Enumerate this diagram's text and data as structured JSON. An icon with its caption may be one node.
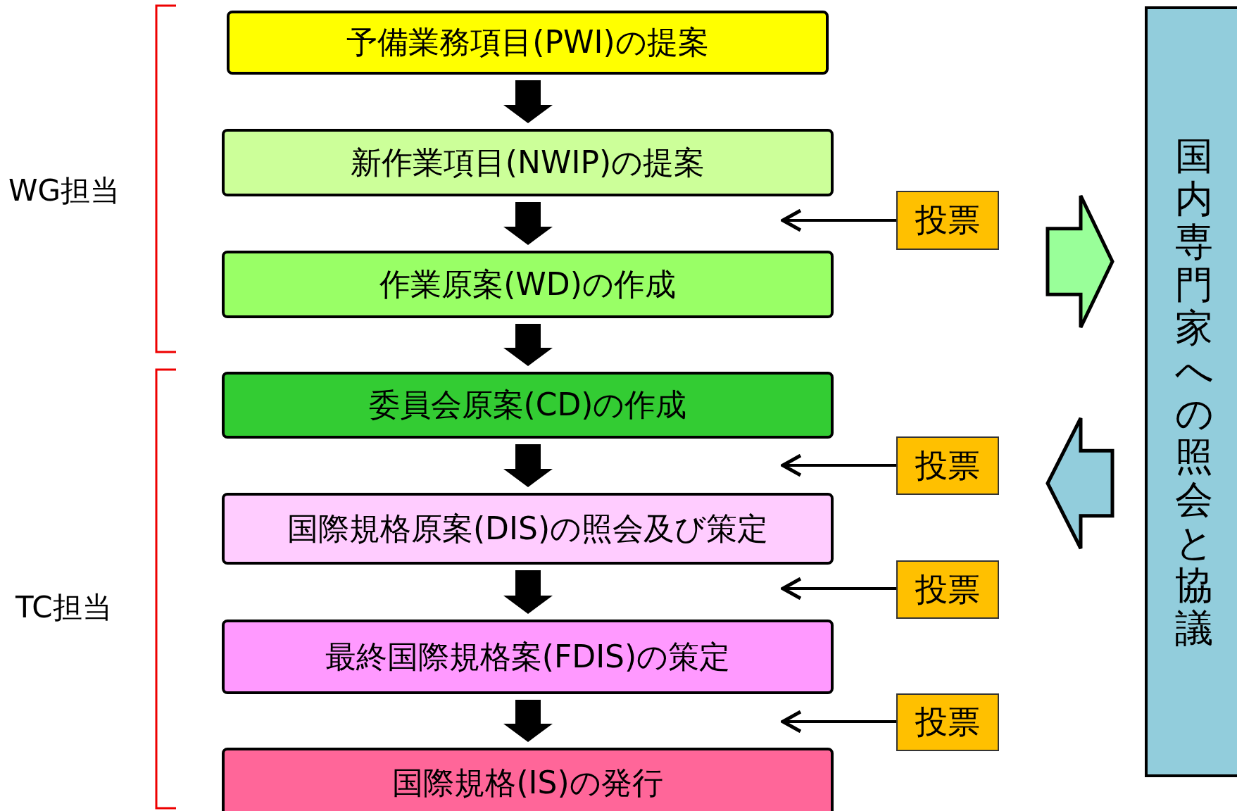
{
  "diagram": {
    "nodes": [
      {
        "text": [
          "予備業務項目(PWI)の提案"
        ]
      },
      {
        "text": [
          "新作業項目(NWIP)の提案"
        ]
      },
      {
        "text": [
          "作業原案(WD)の作成"
        ]
      },
      {
        "text": [
          "委員会原案(CD)の作成"
        ]
      },
      {
        "text": [
          "国際規格原案(DIS)の照会及び策定"
        ]
      },
      {
        "text": [
          "最終国際規格案(FDIS)の策定"
        ]
      },
      {
        "text": [
          "国際規格(IS)の発行"
        ]
      },
      {
        "text": [
          "投票"
        ]
      },
      {
        "text": [
          "投票"
        ]
      },
      {
        "text": [
          "投票"
        ]
      },
      {
        "text": [
          "投票"
        ]
      },
      {
        "text": [
          "国内専門家への照会と協議"
        ]
      }
    ],
    "edges": [
      {
        "from": 0,
        "to": 1,
        "arrow": "to"
      },
      {
        "from": 1,
        "to": 2,
        "arrow": "to"
      },
      {
        "from": 2,
        "to": 3,
        "arrow": "to"
      },
      {
        "from": 3,
        "to": 4,
        "arrow": "to"
      },
      {
        "from": 4,
        "to": 5,
        "arrow": "to"
      },
      {
        "from": 5,
        "to": 6,
        "arrow": "to"
      },
      {
        "from": 7,
        "to": 1,
        "arrow": "to"
      },
      {
        "from": 8,
        "to": 3,
        "arrow": "to"
      },
      {
        "from": 9,
        "to": 4,
        "arrow": "to"
      },
      {
        "from": 10,
        "to": 6,
        "arrow": "to"
      },
      {
        "from": null,
        "to": 11,
        "arrow": "to",
        "style": "thick",
        "color": "#99ff99"
      },
      {
        "from": 11,
        "to": null,
        "arrow": "to",
        "style": "thick",
        "color": "#92cddc"
      }
    ],
    "labels": [
      "WG担当",
      "TC担当"
    ]
  }
}
